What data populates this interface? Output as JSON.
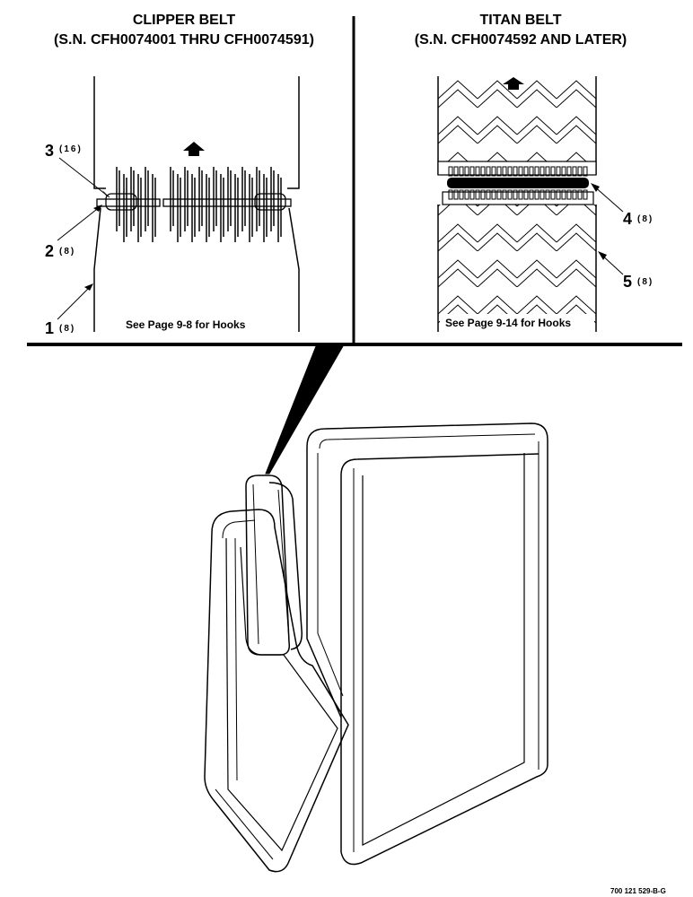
{
  "left_panel": {
    "title_line1": "CLIPPER BELT",
    "title_line2": "(S.N. CFH0074001 THRU CFH0074591)",
    "note": "See Page 9-8 for Hooks",
    "callouts": [
      {
        "num": "1",
        "qty": "(8)"
      },
      {
        "num": "2",
        "qty": "(8)"
      },
      {
        "num": "3",
        "qty": "(16)"
      }
    ]
  },
  "right_panel": {
    "title_line1": "TITAN BELT",
    "title_line2": "(S.N. CFH0074592 AND LATER)",
    "note": "See Page 9-14 for Hooks",
    "callouts": [
      {
        "num": "4",
        "qty": "(8)"
      },
      {
        "num": "5",
        "qty": "(8)"
      }
    ]
  },
  "figure_ref": "700 121 529-B-G"
}
